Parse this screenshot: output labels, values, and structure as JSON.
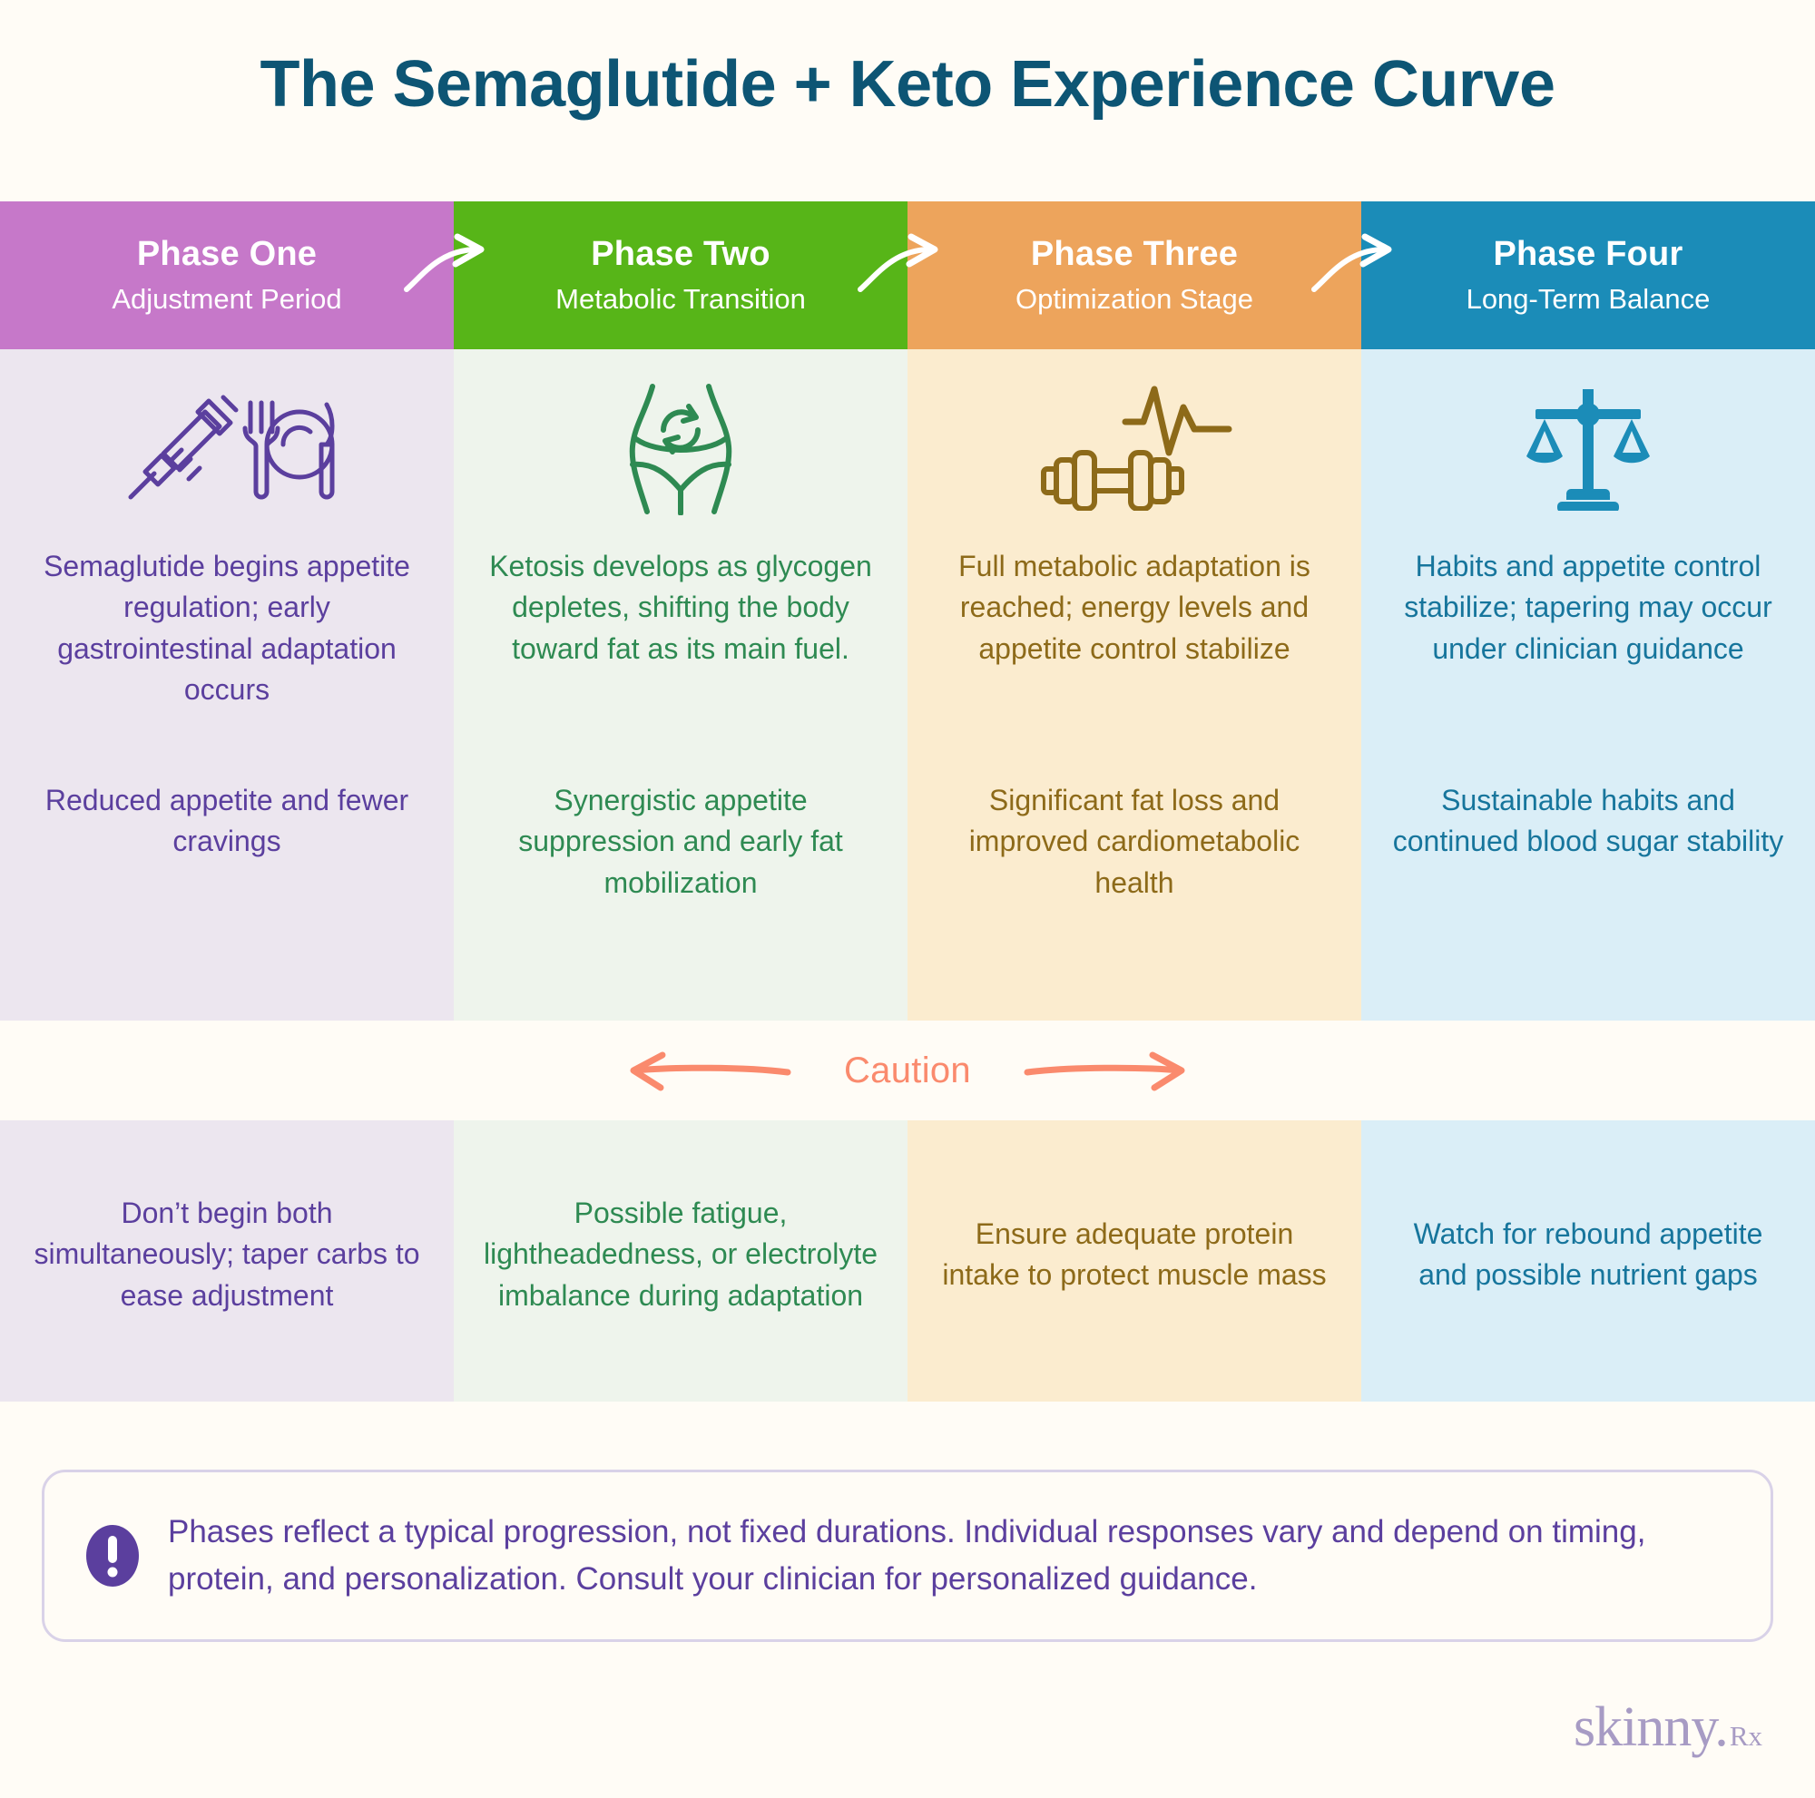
{
  "title": "The Semaglutide + Keto Experience Curve",
  "colors": {
    "title": "#0d5574",
    "phase_one": "#c678c9",
    "phase_two": "#57b518",
    "phase_three": "#eda45c",
    "phase_four": "#1b8cb8",
    "caution": "#fa8a6d",
    "background": "#fffcf6"
  },
  "phases": [
    {
      "name": "Phase One",
      "subtitle": "Adjustment Period",
      "icon": "syringe-and-cutlery-icon",
      "description": "Semaglutide begins appetite regulation; early gastrointestinal adaptation occurs",
      "outcome": "Reduced appetite and fewer cravings",
      "caution": "Don’t begin both simultaneously; taper carbs to ease adjustment"
    },
    {
      "name": "Phase Two",
      "subtitle": "Metabolic Transition",
      "icon": "body-metabolism-icon",
      "description": "Ketosis develops as glycogen depletes, shifting the body toward fat as its main fuel.",
      "outcome": "Synergistic appetite suppression and early fat mobilization",
      "caution": "Possible fatigue, lightheadedness, or electrolyte imbalance during adaptation"
    },
    {
      "name": "Phase Three",
      "subtitle": "Optimization Stage",
      "icon": "dumbbell-and-pulse-icon",
      "description": "Full metabolic adaptation is reached; energy levels and appetite control stabilize",
      "outcome": "Significant fat loss and improved cardiometabolic health",
      "caution": "Ensure adequate protein intake to protect muscle mass"
    },
    {
      "name": "Phase Four",
      "subtitle": "Long-Term Balance",
      "icon": "balance-scales-icon",
      "description": "Habits and appetite control stabilize; tapering may occur under clinician guidance",
      "outcome": "Sustainable habits and continued blood sugar stability",
      "caution": "Watch for rebound appetite and possible nutrient gaps"
    }
  ],
  "caution_band": {
    "label": "Caution",
    "left_arrow_icon": "arrow-left-icon",
    "right_arrow_icon": "arrow-right-icon"
  },
  "disclaimer": {
    "icon": "exclamation-circle-icon",
    "text": "Phases reflect a typical progression, not fixed durations. Individual responses vary and depend on timing, protein, and personalization. Consult your clinician for personalized guidance."
  },
  "logo": {
    "name": "skinny.",
    "suffix": "Rx"
  }
}
